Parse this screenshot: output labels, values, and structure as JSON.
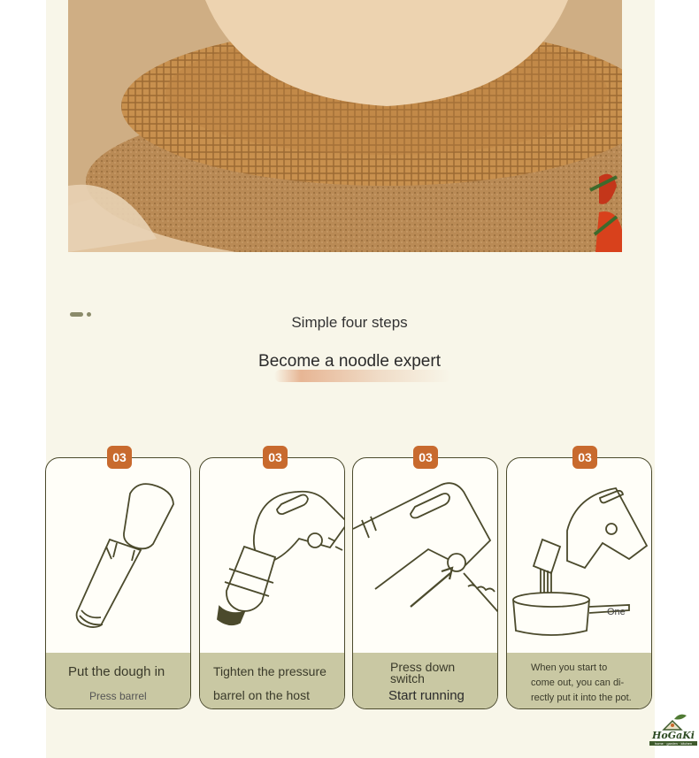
{
  "header": {
    "subtitle": "Simple four steps",
    "title": "Become a noodle expert"
  },
  "steps": [
    {
      "badge": "03",
      "line1": "Put the dough in",
      "line2": "Press barrel",
      "icon": "barrel-icon"
    },
    {
      "badge": "03",
      "line1": "Tighten the pressure",
      "line2": "barrel on the host",
      "icon": "noodle-machine-icon"
    },
    {
      "badge": "03",
      "line1": "Press down",
      "line1b": "switch",
      "line2": "Start running",
      "icon": "switch-press-icon"
    },
    {
      "badge": "03",
      "line1": "When you start to",
      "line1b": "come out, you can di-",
      "line2": "rectly put it into the pot.",
      "pot_label": "One",
      "icon": "pot-icon"
    }
  ],
  "logo": {
    "name": "HoGaKi",
    "tagline": "home · garden · kitchen"
  },
  "colors": {
    "panel": "#f8f6e9",
    "badge": "#c86a2e",
    "band": "#c9c8a3",
    "outline": "#4b4a2c"
  }
}
